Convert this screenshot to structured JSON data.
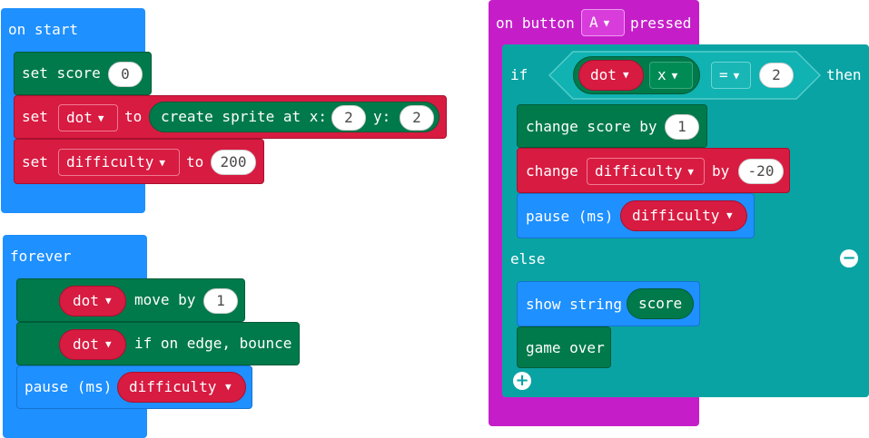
{
  "on_start": {
    "hat": "on start",
    "set_score": {
      "kw": "set score",
      "value": "0"
    },
    "set_dot": {
      "kw": "set",
      "var": "dot",
      "to": "to",
      "create": "create sprite at x:",
      "x": "2",
      "y_lbl": "y:",
      "y": "2"
    },
    "set_difficulty": {
      "kw": "set",
      "var": "difficulty",
      "to": "to",
      "value": "200"
    }
  },
  "forever": {
    "hat": "forever",
    "move": {
      "var": "dot",
      "text": "move by",
      "value": "1"
    },
    "bounce": {
      "var": "dot",
      "text": "if on edge, bounce"
    },
    "pause": {
      "text": "pause (ms)",
      "var": "difficulty"
    }
  },
  "on_button": {
    "prefix": "on button",
    "button": "A",
    "suffix": "pressed",
    "if": {
      "kw": "if",
      "sprite": "dot",
      "prop": "x",
      "op": "=",
      "value": "2",
      "then": "then"
    },
    "change_score": {
      "text": "change score by",
      "value": "1"
    },
    "change_difficulty": {
      "kw": "change",
      "var": "difficulty",
      "by": "by",
      "value": "-20"
    },
    "pause": {
      "text": "pause (ms)",
      "var": "difficulty"
    },
    "else": "else",
    "show_string": {
      "text": "show string",
      "var": "score"
    },
    "game_over": "game over"
  },
  "icons": {
    "minus": "minus-circle-icon",
    "plus": "plus-circle-icon",
    "caret": "caret-down-icon"
  },
  "colors": {
    "basic": "#1e90ff",
    "variables": "#d81b41",
    "game": "#007a4b",
    "logic": "#0aa3a3",
    "input": "#c51ec9"
  }
}
